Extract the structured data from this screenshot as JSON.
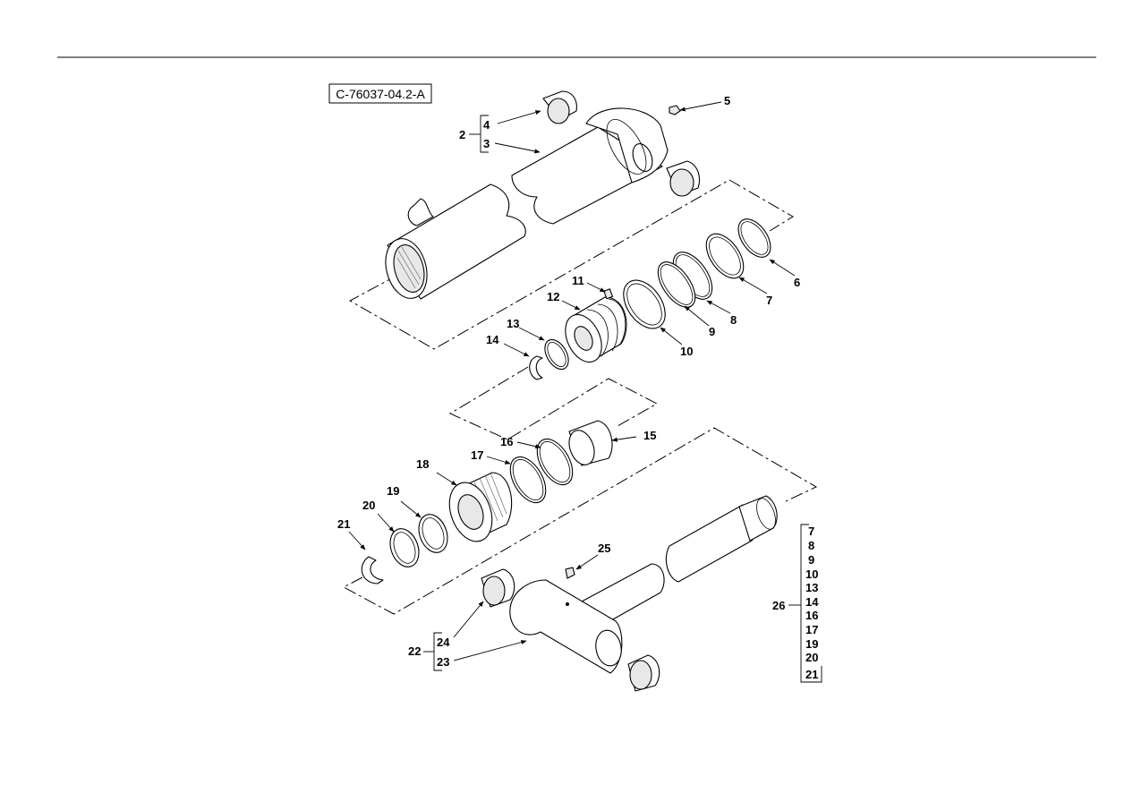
{
  "figure": {
    "reference": "C-76037-04.2-A"
  },
  "labels": {
    "l2": "2",
    "l3": "3",
    "l4": "4",
    "l5": "5",
    "l6": "6",
    "l7": "7",
    "l8": "8",
    "l9": "9",
    "l10": "10",
    "l11": "11",
    "l12": "12",
    "l13": "13",
    "l14": "14",
    "l15": "15",
    "l16": "16",
    "l17": "17",
    "l18": "18",
    "l19": "19",
    "l20": "20",
    "l21": "21",
    "l22": "22",
    "l23": "23",
    "l24": "24",
    "l25": "25",
    "l26": "26"
  },
  "kit_26": [
    "7",
    "8",
    "9",
    "10",
    "13",
    "14",
    "16",
    "17",
    "19",
    "20",
    "21"
  ],
  "colors": {
    "line": "#000000",
    "background": "#ffffff",
    "part_shade": "#e8e8e8"
  }
}
